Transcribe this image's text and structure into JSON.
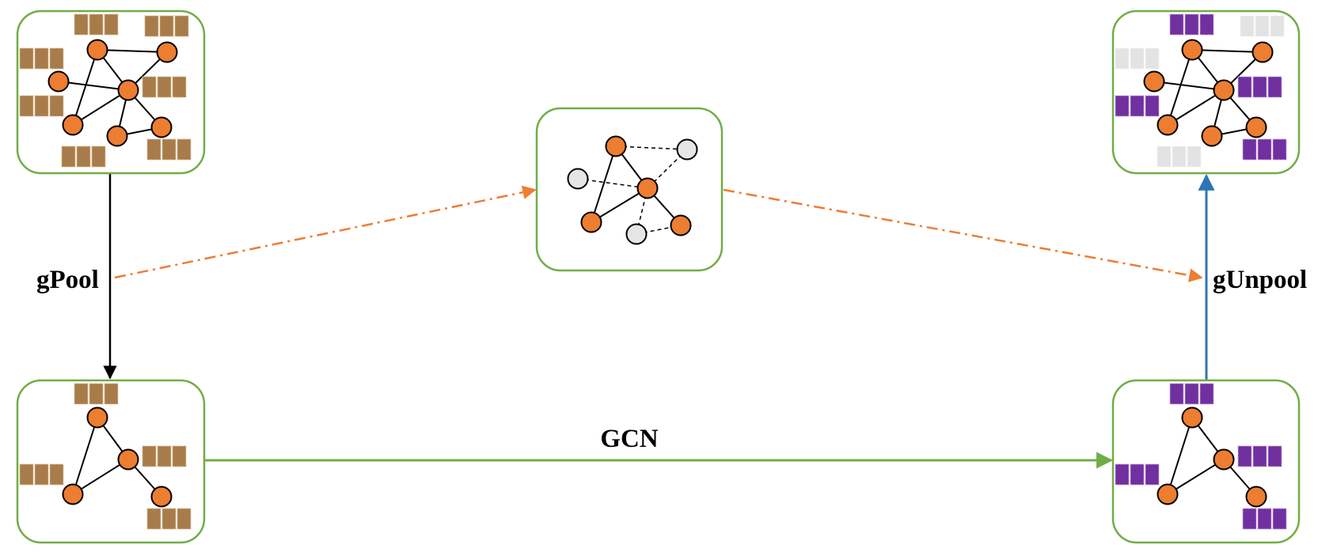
{
  "labels": {
    "pool": "gPool",
    "unpool": "gUnpool",
    "gcn": "GCN"
  },
  "colors": {
    "panel_border": "#70ad47",
    "node_fill": "#ed7d31",
    "node_inactive_fill": "#e7e6e6",
    "feature_input": "#a87c4a",
    "feature_output": "#7030a0",
    "feature_inactive": "#e3e3e3",
    "arrow_pool": "#000000",
    "arrow_gcn": "#70ad47",
    "arrow_unpool": "#2e75b6",
    "arrow_dashdot": "#ed7d31"
  }
}
